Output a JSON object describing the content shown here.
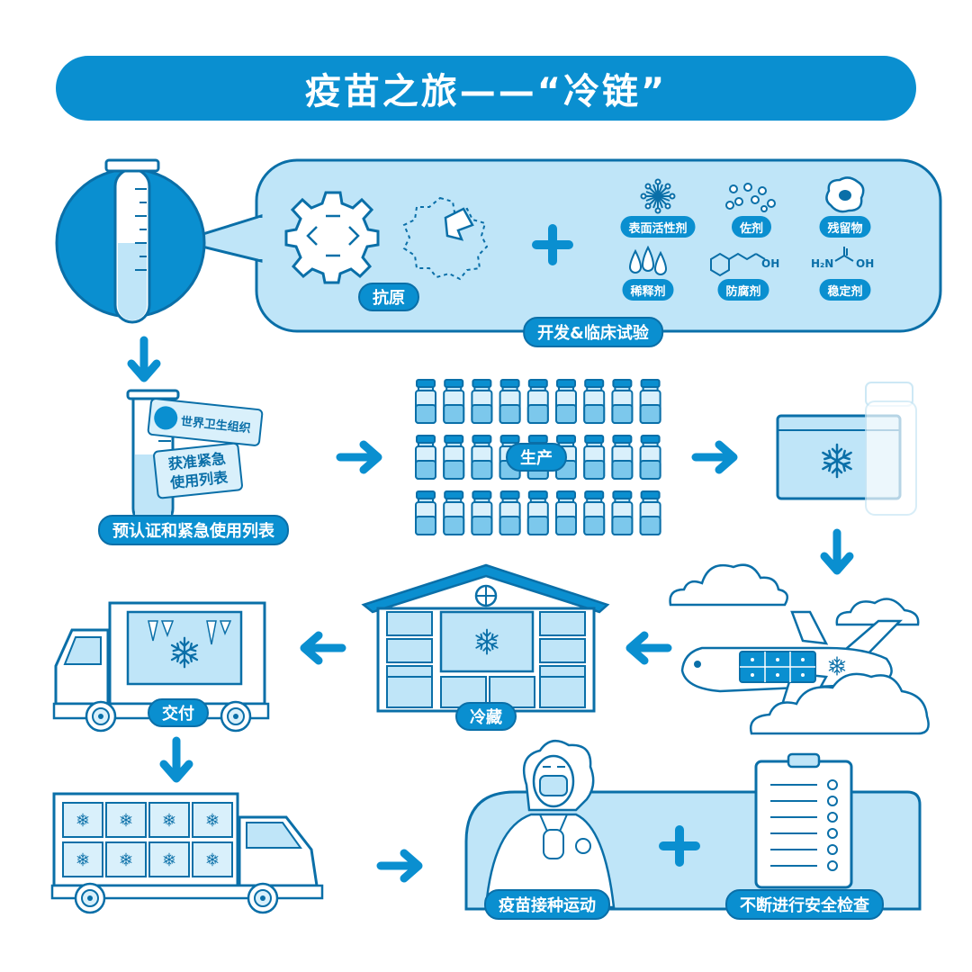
{
  "title": "疫苗之旅——“冷链”",
  "steps": {
    "development": "开发&临床试验",
    "prequalification": "预认证和紧急使用列表",
    "production": "生产",
    "cold_storage": "冷藏",
    "delivery": "交付",
    "vaccination": "疫苗接种运动",
    "safety": "不断进行安全检查"
  },
  "components": {
    "antigen": "抗原",
    "surfactant": "表面活性剂",
    "adjuvant": "佐剂",
    "residue": "残留物",
    "diluent": "稀释剂",
    "preservative": "防腐剂",
    "stabilizer": "稳定剂"
  },
  "chemistry": {
    "oh1": "OH",
    "h2n": "H₂N",
    "oh2": "OH"
  },
  "who_tag": {
    "org": "世界卫生组织",
    "listing_line1": "获准紧急",
    "listing_line2": "使用列表"
  },
  "colors": {
    "brand": "#0a8fd0",
    "outline": "#0a6fa8",
    "fill": "#d9f0fb",
    "fill_mid": "#bfe5f8"
  },
  "icons": [
    "arrow-icon",
    "snowflake-icon",
    "plus-icon",
    "test-tube-icon",
    "vial-icon",
    "airplane-icon",
    "truck-icon",
    "warehouse-icon",
    "cloud-icon",
    "clipboard-icon",
    "doctor-icon",
    "who-emblem-icon"
  ]
}
